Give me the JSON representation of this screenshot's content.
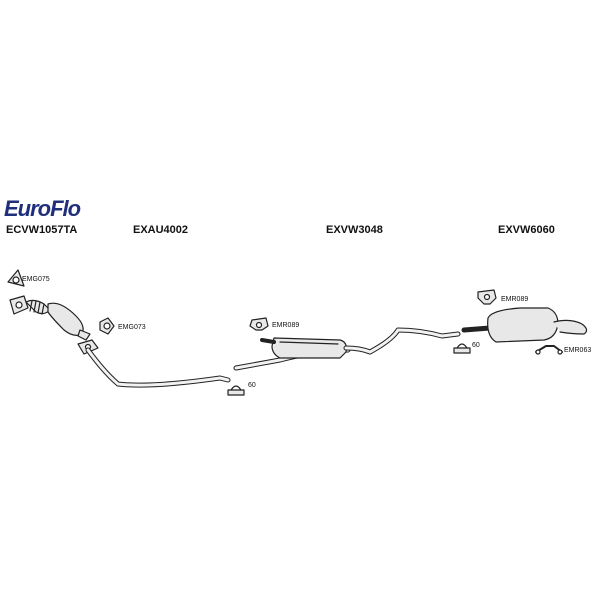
{
  "brand": {
    "logo_text_main": "EuroFlo"
  },
  "part_codes": {
    "manifold_pipe": "ECVW1057TA",
    "front_pipe": "EXAU4002",
    "center_silencer": "EXVW3048",
    "rear_silencer": "EXVW6060"
  },
  "fittings": {
    "gasket_top": "EMG075",
    "gasket_side": "EMG073",
    "rubber_center": "EMR089",
    "rubber_rear": "EMR089",
    "rubber_tail": "EMR063",
    "clamp_front": "60",
    "clamp_rear": "60"
  }
}
